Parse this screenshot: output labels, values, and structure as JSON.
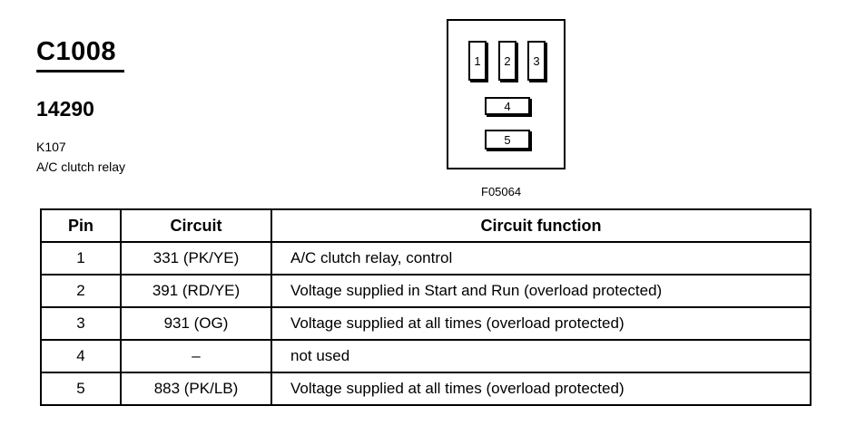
{
  "header": {
    "connector_id": "C1008",
    "part_number": "14290",
    "component_code": "K107",
    "component_name": "A/C clutch relay"
  },
  "connector_face": {
    "cavities": [
      "1",
      "2",
      "3",
      "4",
      "5"
    ],
    "figure_id": "F05064"
  },
  "table": {
    "headers": [
      "Pin",
      "Circuit",
      "Circuit function"
    ],
    "rows": [
      {
        "pin": "1",
        "circuit": "331 (PK/YE)",
        "function": "A/C clutch relay, control"
      },
      {
        "pin": "2",
        "circuit": "391 (RD/YE)",
        "function": "Voltage supplied in Start and Run (overload protected)"
      },
      {
        "pin": "3",
        "circuit": "931 (OG)",
        "function": "Voltage supplied at all times (overload protected)"
      },
      {
        "pin": "4",
        "circuit": "–",
        "function": "not used"
      },
      {
        "pin": "5",
        "circuit": "883 (PK/LB)",
        "function": "Voltage supplied at all times (overload protected)"
      }
    ]
  }
}
